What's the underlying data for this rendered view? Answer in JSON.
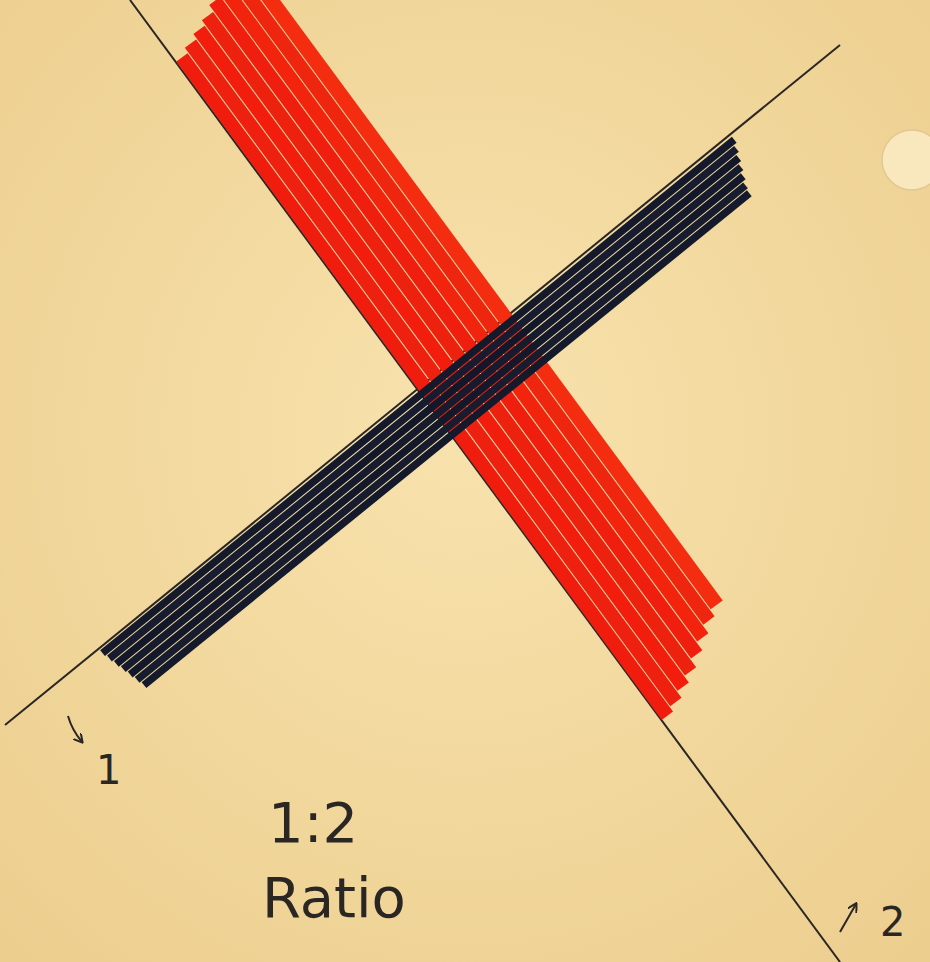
{
  "diagram": {
    "labels": [
      "1",
      "1:2",
      "Ratio",
      "2"
    ]
  }
}
